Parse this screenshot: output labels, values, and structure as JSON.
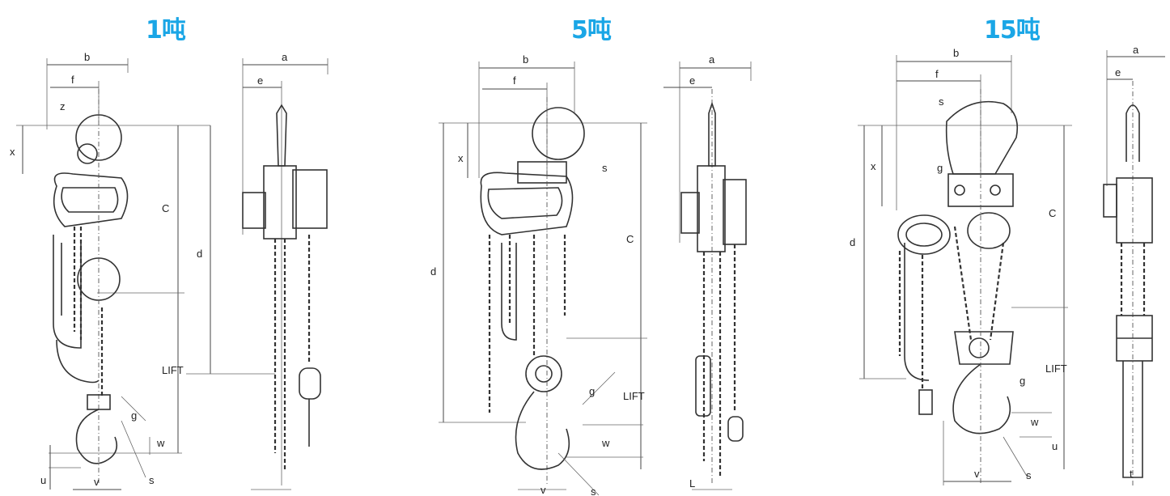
{
  "titles": [
    "1吨",
    "5吨",
    "15吨"
  ],
  "colors": {
    "title": "#1aa6e6",
    "lines": "#333333"
  },
  "diagram1": {
    "front": {
      "b": "b",
      "f": "f",
      "z": "z",
      "x": "x",
      "c": "C",
      "d": "d",
      "lift": "LIFT",
      "g": "g",
      "w": "w",
      "u": "u",
      "v": "v",
      "s": "s"
    },
    "side": {
      "a": "a",
      "e": "e"
    }
  },
  "diagram2": {
    "front": {
      "b": "b",
      "f": "f",
      "x": "x",
      "s": "s",
      "c": "C",
      "d": "d",
      "lift": "LIFT",
      "g": "g",
      "w": "w",
      "v": "v",
      "s2": "s"
    },
    "side": {
      "a": "a",
      "e": "e",
      "l": "L"
    }
  },
  "diagram3": {
    "front": {
      "b": "b",
      "f": "f",
      "s": "s",
      "x": "x",
      "g": "g",
      "d": "d",
      "c": "C",
      "lift": "LIFT",
      "g2": "g",
      "w": "w",
      "u": "u",
      "v": "v",
      "s2": "s"
    },
    "side": {
      "a": "a",
      "e": "e",
      "t": "t"
    }
  }
}
